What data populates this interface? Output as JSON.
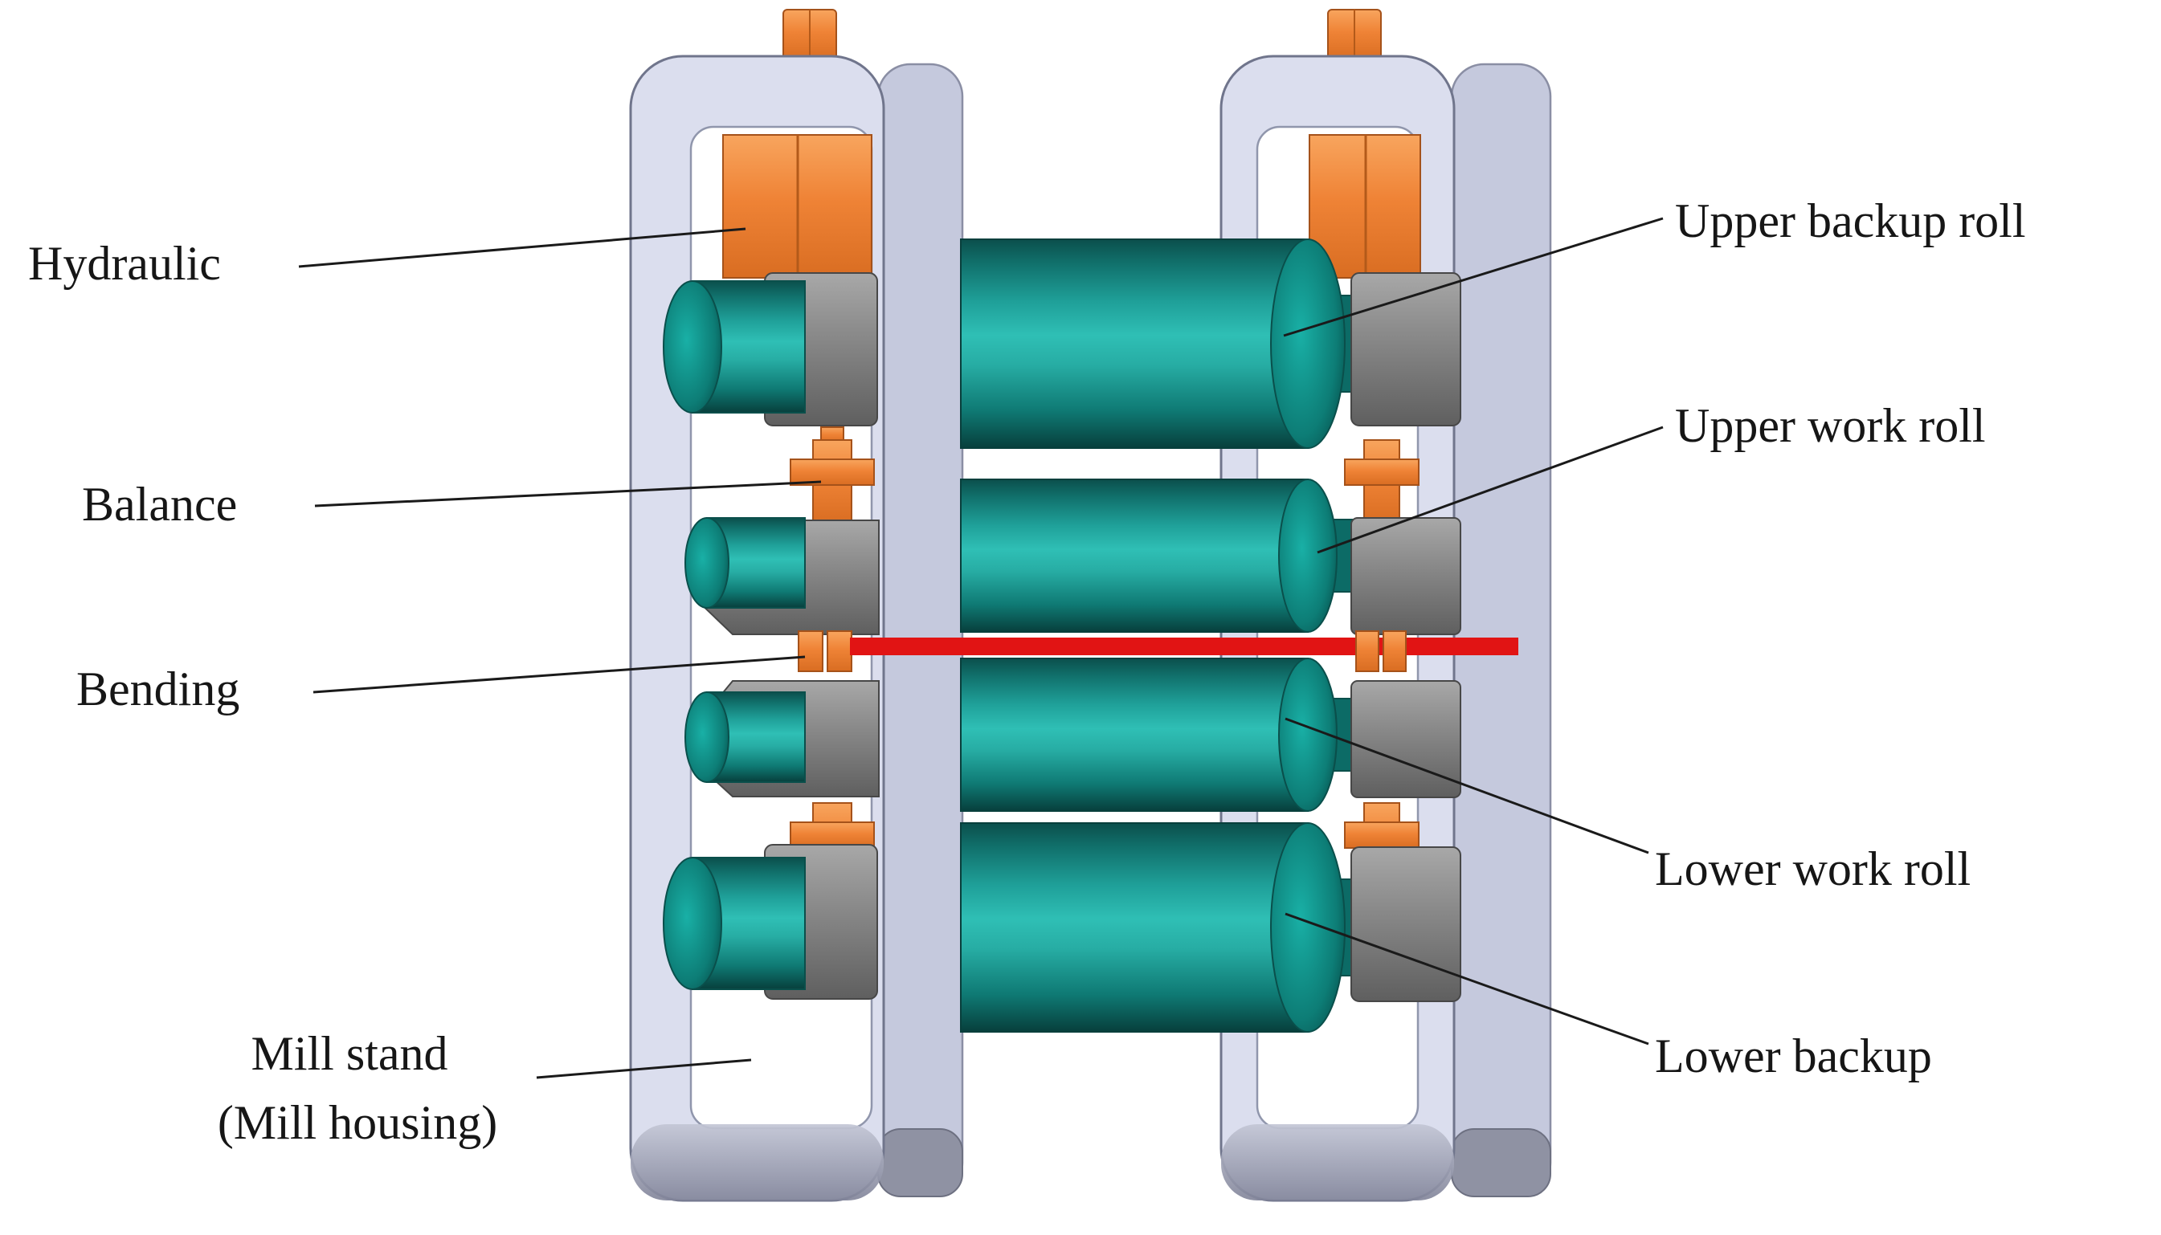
{
  "labels": {
    "hydraulic": "Hydraulic",
    "balance": "Balance",
    "bending": "Bending",
    "mill_stand_line1": "Mill stand",
    "mill_stand_line2": "(Mill housing)",
    "upper_backup_roll": "Upper backup roll",
    "upper_work_roll": "Upper work roll",
    "lower_work_roll": "Lower work roll",
    "lower_backup": "Lower backup"
  },
  "colors": {
    "roll_teal": "#1fa099",
    "actuator_orange": "#ef8336",
    "chock_gray": "#8a8a8a",
    "housing_lavender": "#dbdeee",
    "strip_red": "#e11414",
    "background": "#ffffff",
    "label_text": "#161616"
  }
}
